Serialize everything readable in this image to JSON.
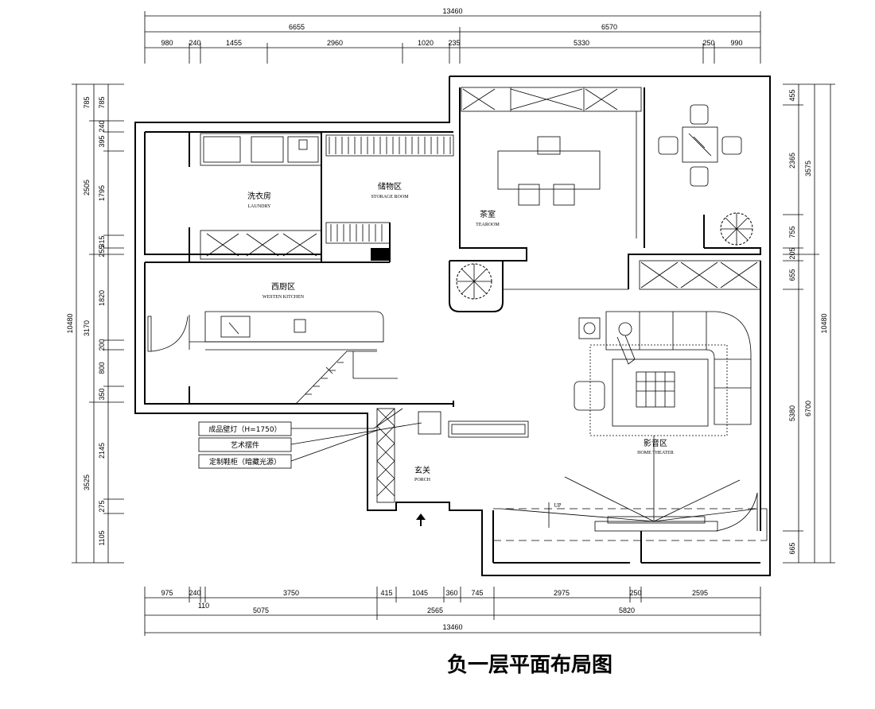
{
  "title": "负一层平面布局图",
  "dims": {
    "top_total": "13460",
    "top_left": "6655",
    "top_right": "6570",
    "top_segments": [
      "980",
      "240",
      "1455",
      "2960",
      "1020",
      "235",
      "5330",
      "250",
      "990"
    ],
    "bottom_segments": [
      "975",
      "240",
      "110",
      "3750",
      "415",
      "1045",
      "360",
      "745",
      "2975",
      "250",
      "2595"
    ],
    "bottom_groups": [
      "5075",
      "2565",
      "5820"
    ],
    "bottom_total": "13460",
    "left_inner": [
      "785",
      "240",
      "395",
      "1795",
      "315",
      "255",
      "1820",
      "200",
      "800",
      "350",
      "2145",
      "275",
      "1105"
    ],
    "left_mid": [
      "785",
      "2505",
      "3170",
      "3525"
    ],
    "left_total": "10480",
    "right_inner": [
      "455",
      "2365",
      "755",
      "205",
      "655",
      "5380",
      "665"
    ],
    "right_mid": [
      "3575",
      "6700"
    ],
    "right_total": "10480"
  },
  "rooms": {
    "laundry": {
      "cn": "洗衣房",
      "en": "LAUNDRY"
    },
    "storage": {
      "cn": "储物区",
      "en": "STORAGE ROOM"
    },
    "tearoom": {
      "cn": "茶室",
      "en": "TEAROOM"
    },
    "kitchen": {
      "cn": "西厨区",
      "en": "WESTEN KITCHEN"
    },
    "theater": {
      "cn": "影音区",
      "en": "HOME THEATER"
    },
    "porch": {
      "cn": "玄关",
      "en": "PORCH"
    }
  },
  "callouts": [
    "成品壁灯（H=1750）",
    "艺术摆件",
    "定制鞋柜（暗藏光源）"
  ],
  "stair_label": "UP"
}
